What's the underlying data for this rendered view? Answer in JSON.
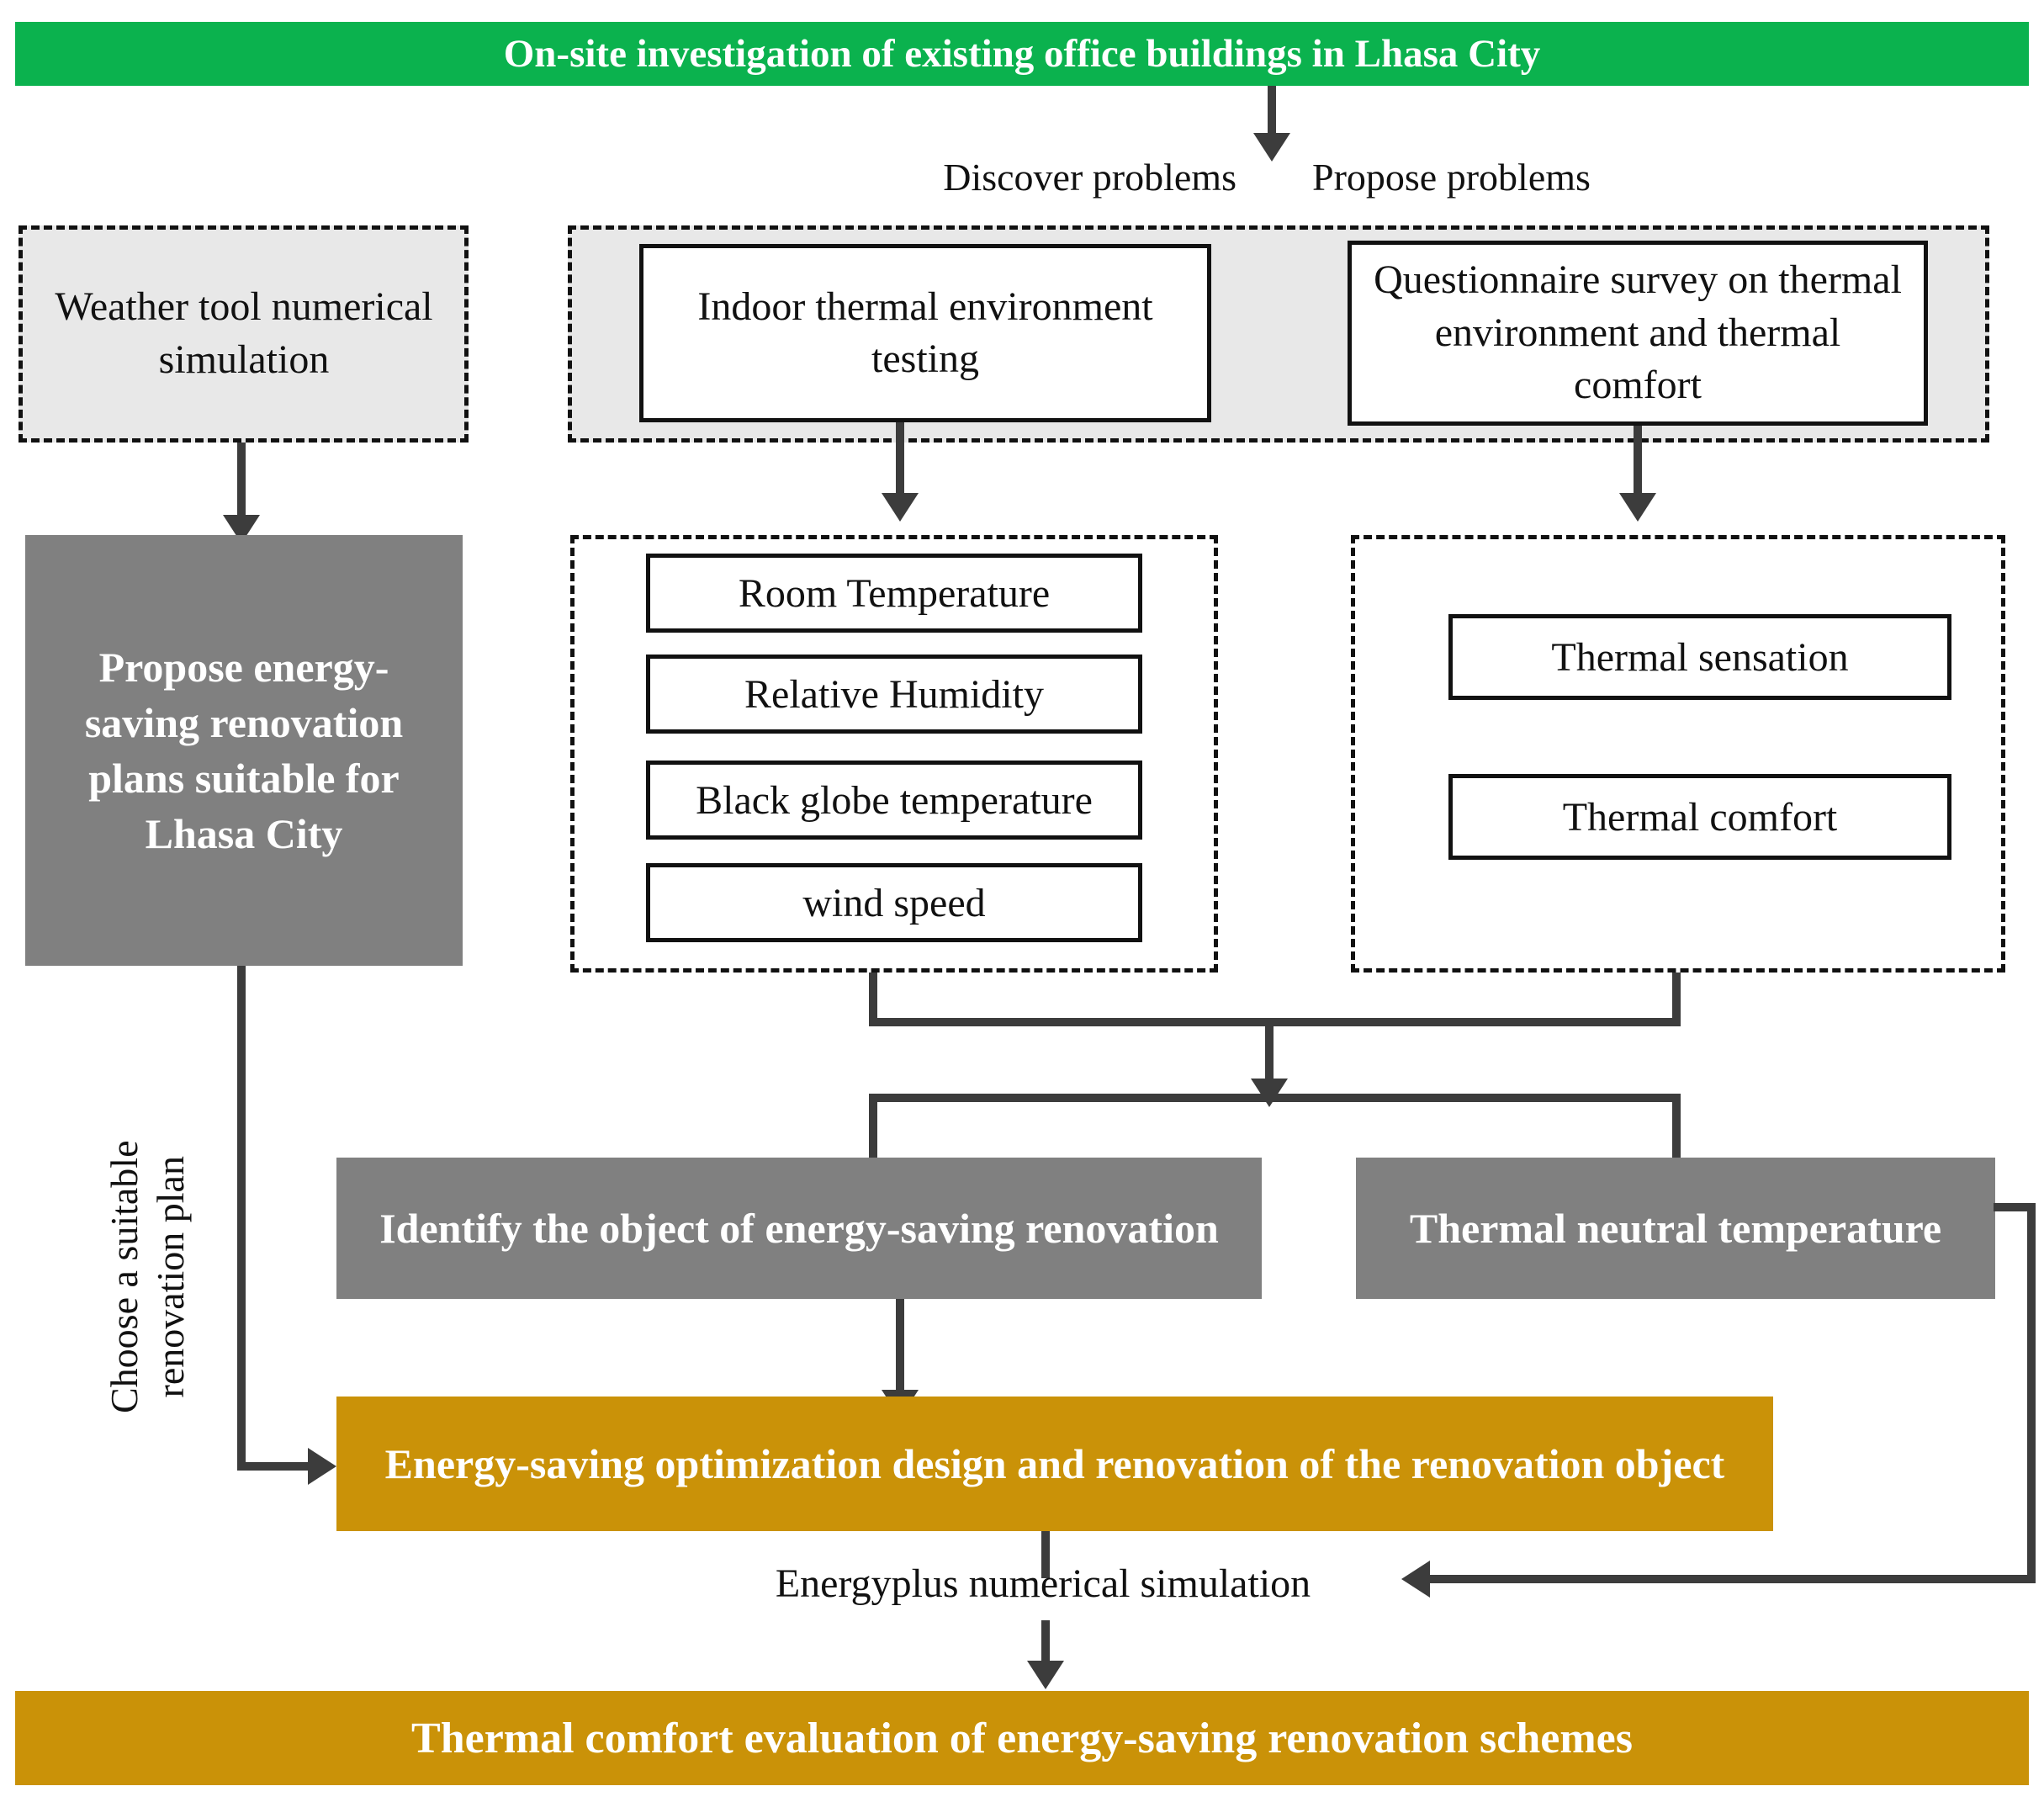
{
  "header": {
    "title": "On-site investigation of existing office buildings in Lhasa City",
    "color": "#0bb24e"
  },
  "edge_labels": {
    "discover": "Discover problems",
    "propose": "Propose problems",
    "choose_plan": "Choose a suitable\nrenovation plan",
    "energyplus": "Energyplus numerical simulation"
  },
  "nodes": {
    "weather_tool": "Weather tool numerical simulation",
    "indoor_testing": "Indoor thermal environment testing",
    "questionnaire": "Questionnaire survey on thermal environment and thermal comfort",
    "propose_plans": "Propose energy-saving renovation plans suitable for Lhasa City",
    "identify_object": "Identify the object of energy-saving renovation",
    "thermal_neutral": "Thermal neutral temperature",
    "optimization": "Energy-saving optimization design and renovation of the renovation object",
    "evaluation": "Thermal comfort evaluation of energy-saving renovation schemes"
  },
  "measurement_group": {
    "items": [
      "Room Temperature",
      "Relative Humidity",
      "Black globe temperature",
      "wind speed"
    ]
  },
  "survey_group": {
    "items": [
      "Thermal sensation",
      "Thermal comfort"
    ]
  },
  "colors": {
    "green": "#0bb24e",
    "orange": "#ca9208",
    "gray": "#808080",
    "light_gray": "#e8e8e8",
    "line": "#3c3c3c",
    "text_dark": "#111111",
    "text_light": "#ffffff"
  }
}
